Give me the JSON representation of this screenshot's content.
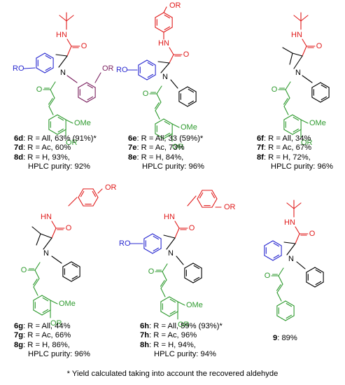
{
  "colors": {
    "amide": "#e01b1b",
    "aryl": "#2a2ad0",
    "cinnamoyl": "#2e9a2e",
    "benzyl": "#7a1f5e",
    "bond": "#000000"
  },
  "atoms": {
    "HN": "HN",
    "N": "N",
    "O": "O",
    "OR": "OR",
    "RO": "RO",
    "OMe": "OMe"
  },
  "compounds": [
    {
      "id": "c1",
      "lines": [
        {
          "label": "6d",
          "text": ": R = All, 63% (91%)*"
        },
        {
          "label": "7d",
          "text": ": R = Ac, 60%"
        },
        {
          "label": "8d",
          "text": ": R = H, 93%,"
        },
        {
          "label": "",
          "text": "HPLC purity: 92%"
        }
      ]
    },
    {
      "id": "c2",
      "lines": [
        {
          "label": "6e",
          "text": ": R = All, 33 (59%)*"
        },
        {
          "label": "7e",
          "text": ": R = Ac, 73%"
        },
        {
          "label": "8e",
          "text": ": R = H, 84%,"
        },
        {
          "label": "",
          "text": "HPLC purity: 96%"
        }
      ]
    },
    {
      "id": "c3",
      "lines": [
        {
          "label": "6f",
          "text": ": R = All, 34%"
        },
        {
          "label": "7f",
          "text": ": R = Ac, 67%"
        },
        {
          "label": "8f",
          "text": ": R = H, 72%,"
        },
        {
          "label": "",
          "text": "HPLC purity: 96%"
        }
      ]
    },
    {
      "id": "c4",
      "lines": [
        {
          "label": "6g",
          "text": ": R = All, 44%"
        },
        {
          "label": "7g",
          "text": ": R = Ac, 66%"
        },
        {
          "label": "8g",
          "text": ": R = H, 86%,"
        },
        {
          "label": "",
          "text": "HPLC purity: 96%"
        }
      ]
    },
    {
      "id": "c5",
      "lines": [
        {
          "label": "6h",
          "text": ": R = All, 59% (93%)*"
        },
        {
          "label": "7h",
          "text": ": R = Ac, 96%"
        },
        {
          "label": "8h",
          "text": ": R = H, 94%,"
        },
        {
          "label": "",
          "text": "HPLC purity: 94%"
        }
      ]
    },
    {
      "id": "c6",
      "lines": [
        {
          "label": "9",
          "text": ": 89%"
        }
      ]
    }
  ],
  "footnote": "* Yield calculated taking into account the recovered aldehyde"
}
